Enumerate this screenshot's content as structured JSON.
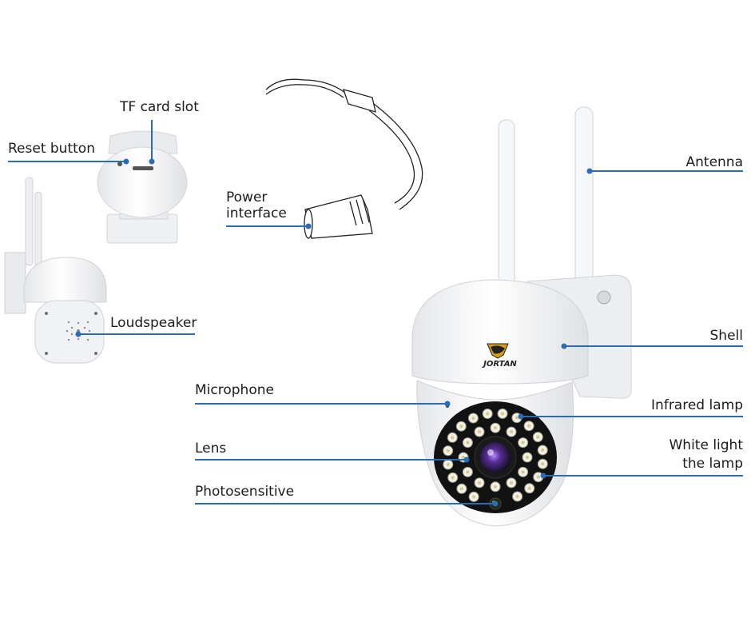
{
  "brand": {
    "name": "JORTAN"
  },
  "labels": {
    "tf_card_slot": "TF card slot",
    "reset_button": "Reset button",
    "power_interface_line1": "Power",
    "power_interface_line2": "interface",
    "loudspeaker": "Loudspeaker",
    "antenna": "Antenna",
    "shell": "Shell",
    "microphone": "Microphone",
    "infrared_lamp": "Infrared lamp",
    "lens": "Lens",
    "white_light_line1": "White light",
    "white_light_line2": "the lamp",
    "photosensitive": "Photosensitive"
  },
  "colors": {
    "leader_line": "#2b6cb8",
    "camera_body": "#f4f5f6",
    "camera_outline": "#cfd2d6",
    "led_ring": "#121212",
    "lens_center": "#6a3fb0",
    "logo_gold": "#d4a017"
  }
}
